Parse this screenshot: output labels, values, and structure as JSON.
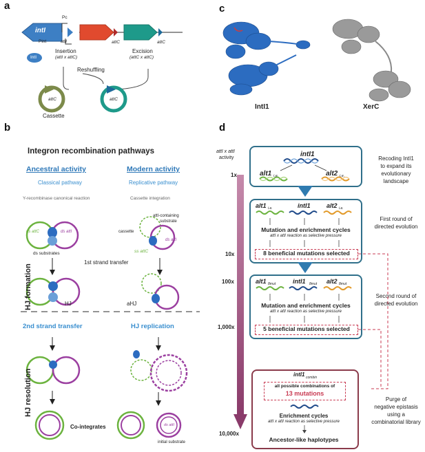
{
  "panel_a": {
    "letter": "a",
    "gene_intI": "intI",
    "label_Pc": "Pc",
    "label_Pint": "Pint",
    "label_attI": "attI",
    "label_attC_1": "attC",
    "label_attC_2": "attC",
    "protein": "IntI",
    "insertion": "Insertion",
    "insertion_rxn": "(attI x attC)",
    "excision": "Excision",
    "excision_rxn": "(attC x attC)",
    "reshuffling": "Reshuffling",
    "cassette_attC_1": "attC",
    "cassette_attC_2": "attC",
    "cassette": "Cassette"
  },
  "panel_b": {
    "letter": "b",
    "title": "Integron recombination pathways",
    "ancestral_title": "Ancestral activity",
    "ancestral_sub": "Classical pathway",
    "ancestral_sub2": "Y-recombinase canonical reaction",
    "modern_title": "Modern activity",
    "modern_sub": "Replicative pathway",
    "modern_sub2": "Cassette integration",
    "ds_attC": "ds attC",
    "ds_attI": "ds attI",
    "ds_substrates": "ds substrates",
    "attI_containing": "attI-containing",
    "substrate": "substrate",
    "cassette": "cassette",
    "ss_attC": "ss attC",
    "ds_attI_2": "ds attI",
    "first_strand": "1st strand transfer",
    "hj_formation": "HJ formation",
    "HJ": "HJ",
    "aHJ": "aHJ",
    "second_strand": "2nd strand transfer",
    "hj_replication": "HJ replication",
    "hj_resolution": "HJ resolution",
    "co_integrates": "Co-integrates",
    "initial_attI": "ds attI",
    "initial_substrate": "initial substrate"
  },
  "panel_c": {
    "letter": "c",
    "left_label": "IntI1",
    "right_label": "XerC"
  },
  "panel_d": {
    "letter": "d",
    "activity_label_1": "attI x attI",
    "activity_label_2": "activity",
    "scale": [
      "1x",
      "10x",
      "100x",
      "1,000x",
      "10,000x"
    ],
    "box1": {
      "top": "intI1",
      "left": "alt1",
      "left_sub": "i.e.",
      "right": "alt2",
      "right_sub": "i.e."
    },
    "note1": [
      "Recoding IntI1",
      "to expand its",
      "evolutionary",
      "landscape"
    ],
    "box2": {
      "left": "alt1",
      "left_sub": "i.e.",
      "mid": "intI1",
      "right": "alt2",
      "right_sub": "i.e.",
      "cycles": "Mutation and enrichment cycles",
      "pressure": "attI x attI reaction as selective pressure",
      "selected": "8 beneficial mutations selected"
    },
    "note2": [
      "First round of",
      "directed evolution"
    ],
    "box3": {
      "left": "alt1",
      "left_sub": "8mut",
      "mid": "intI1",
      "mid_sub": "8mut",
      "right": "alt2",
      "right_sub": "8mut",
      "cycles": "Mutation and enrichment cycles",
      "pressure": "attI x attI reaction as selective pressure",
      "selected": "5 beneficial mutations selected"
    },
    "note3": [
      "Second round of",
      "directed evolution"
    ],
    "box4": {
      "top": "intI1",
      "top_sub": "combin",
      "possible": "all possible combinations of",
      "mutations": "13 mutations",
      "enrich": "Enrichment cycles",
      "pressure": "attI x attI reaction as selective pressure",
      "result": "Ancestor-like haplotypes"
    },
    "note4": [
      "Purge of",
      "negative epistasis",
      "using a",
      "combinatorial library"
    ]
  },
  "colors": {
    "intI_blue": "#3d7fc4",
    "red_gene": "#e14a2e",
    "teal_gene": "#1e9a8a",
    "olive": "#7c8a4a",
    "box_border": "#2f6f8a",
    "dashed_red": "#c83a52",
    "gradient_bar": "#9b4f7a",
    "dna_green": "#6cb33f",
    "dna_blue": "#1f4a8a",
    "dna_orange": "#e29a2a",
    "protein_blue": "#2c6cc0",
    "protein_gray": "#888888"
  }
}
